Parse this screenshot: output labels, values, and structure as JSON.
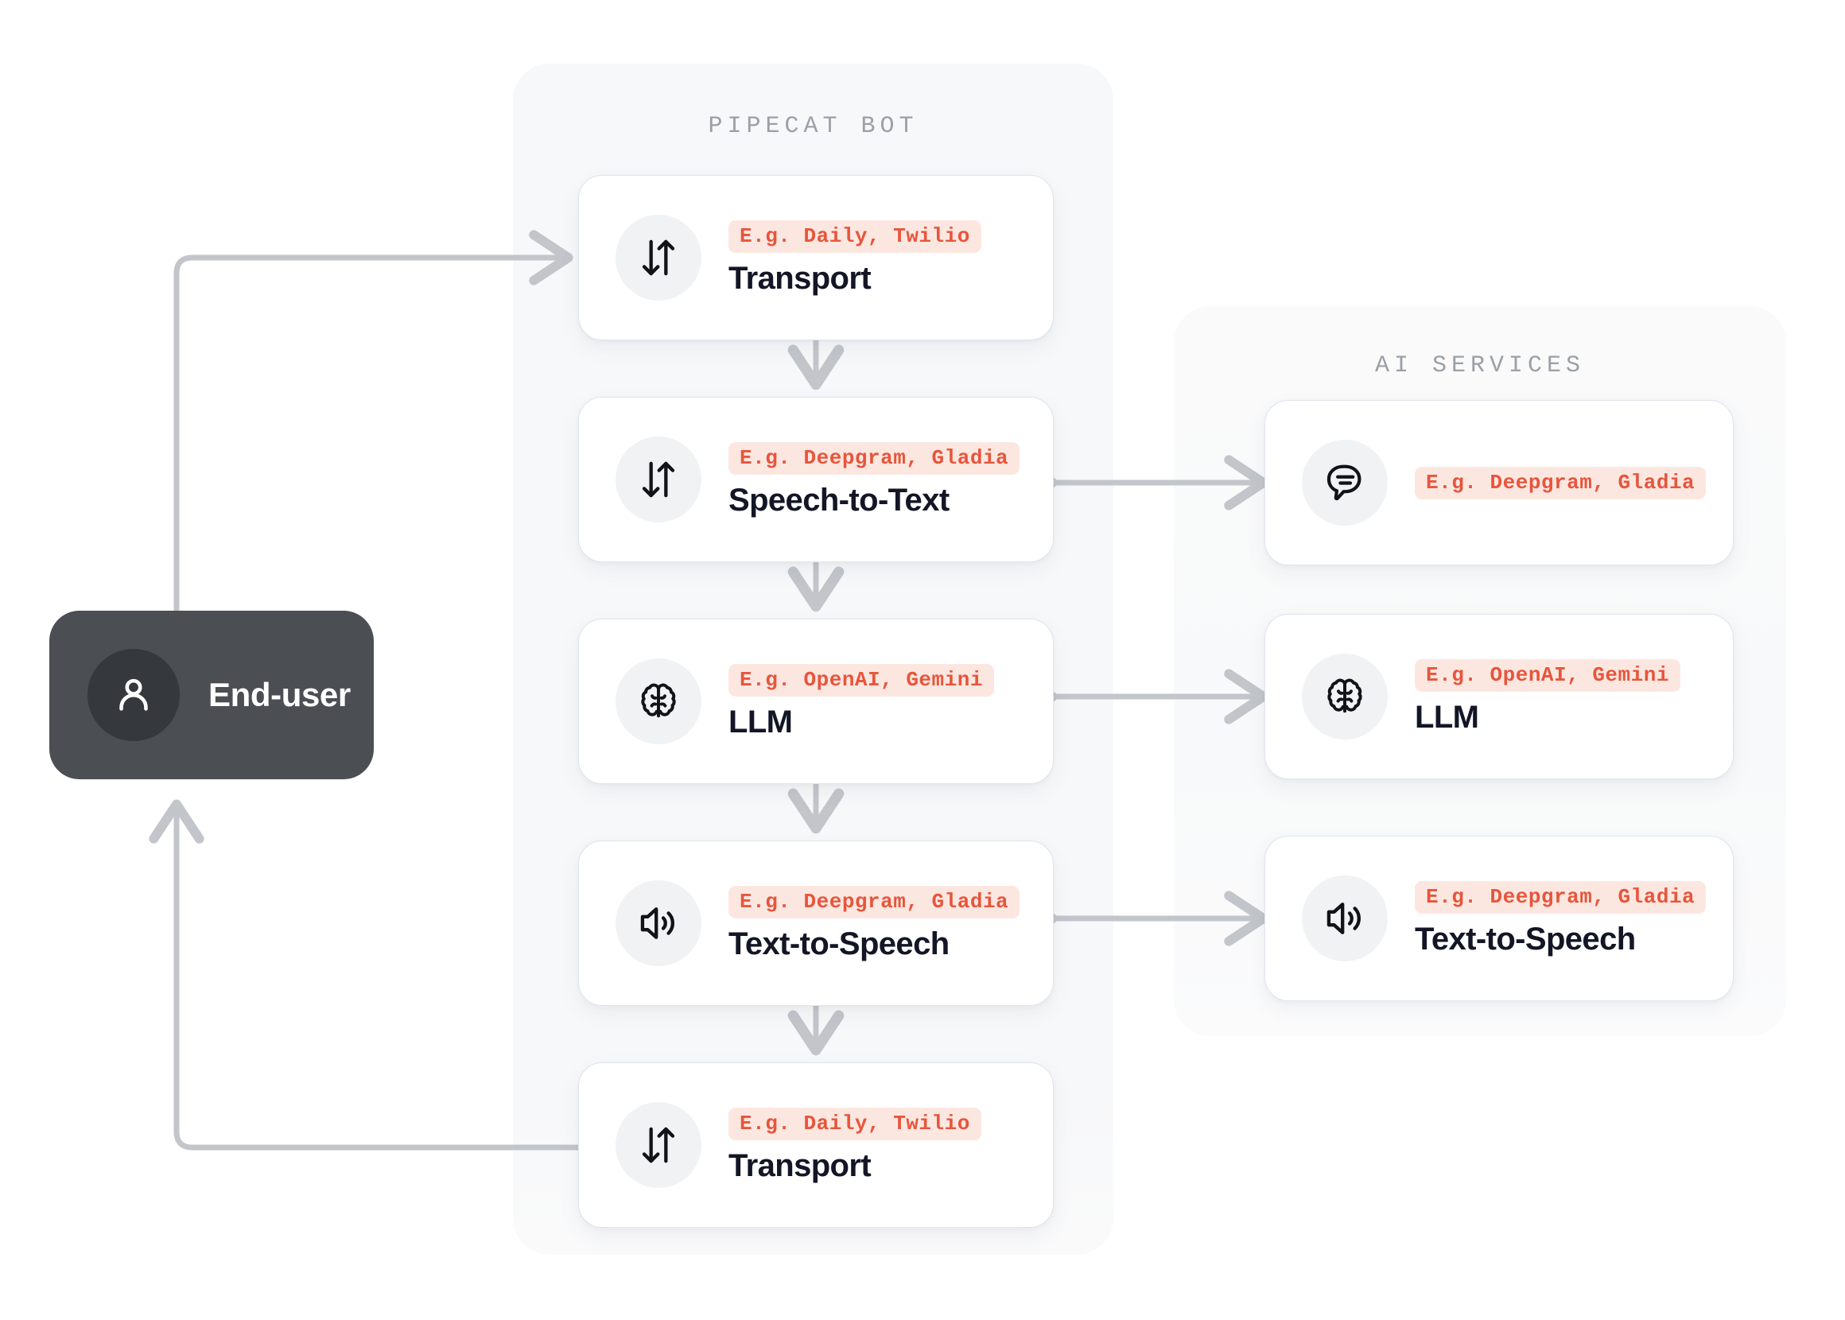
{
  "panels": {
    "bot": {
      "title": "PIPECAT BOT"
    },
    "ai": {
      "title": "AI SERVICES"
    }
  },
  "end_user": {
    "label": "End-user",
    "icon": "person-icon"
  },
  "colors": {
    "page_background": "#ffffff",
    "panel_background": "#f7f8f9",
    "card_background": "#ffffff",
    "card_border": "#dfe4ec",
    "tag_text": "#e7553c",
    "tag_background": "#fce7e0",
    "title_text": "#121625",
    "panel_title_text": "#9aa0a6",
    "connector": "#c2c6cb",
    "end_user_background": "#4b4e53",
    "end_user_avatar": "#35383c",
    "icon_circle": "#f1f2f4"
  },
  "bot_pipeline": [
    {
      "name": "transport-in",
      "icon": "transfer-updown-icon",
      "tag": "E.g. Daily, Twilio",
      "title": "Transport"
    },
    {
      "name": "speech-to-text",
      "icon": "transfer-updown-icon",
      "tag": "E.g. Deepgram, Gladia",
      "title": "Speech-to-Text"
    },
    {
      "name": "llm",
      "icon": "brain-icon",
      "tag": "E.g. OpenAI, Gemini",
      "title": "LLM"
    },
    {
      "name": "text-to-speech",
      "icon": "speaker-icon",
      "tag": "E.g. Deepgram, Gladia",
      "title": "Text-to-Speech"
    },
    {
      "name": "transport-out",
      "icon": "transfer-updown-icon",
      "tag": "E.g. Daily, Twilio",
      "title": "Transport"
    }
  ],
  "ai_services": [
    {
      "name": "stt-service",
      "icon": "speech-bubble-icon",
      "tag": "E.g. Deepgram, Gladia",
      "title": ""
    },
    {
      "name": "llm-service",
      "icon": "brain-icon",
      "tag": "E.g. OpenAI, Gemini",
      "title": "LLM"
    },
    {
      "name": "tts-service",
      "icon": "speaker-icon",
      "tag": "E.g. Deepgram, Gladia",
      "title": "Text-to-Speech"
    }
  ],
  "connectors": [
    {
      "name": "enduser-to-transport-in",
      "direction": "one-way"
    },
    {
      "name": "transport-in-to-stt",
      "direction": "one-way"
    },
    {
      "name": "stt-to-llm",
      "direction": "one-way"
    },
    {
      "name": "llm-to-tts",
      "direction": "one-way"
    },
    {
      "name": "tts-to-transport-out",
      "direction": "one-way"
    },
    {
      "name": "transport-out-to-enduser",
      "direction": "one-way"
    },
    {
      "name": "stt-to-stt-service",
      "direction": "two-way"
    },
    {
      "name": "llm-to-llm-service",
      "direction": "two-way"
    },
    {
      "name": "tts-to-tts-service",
      "direction": "two-way"
    }
  ]
}
